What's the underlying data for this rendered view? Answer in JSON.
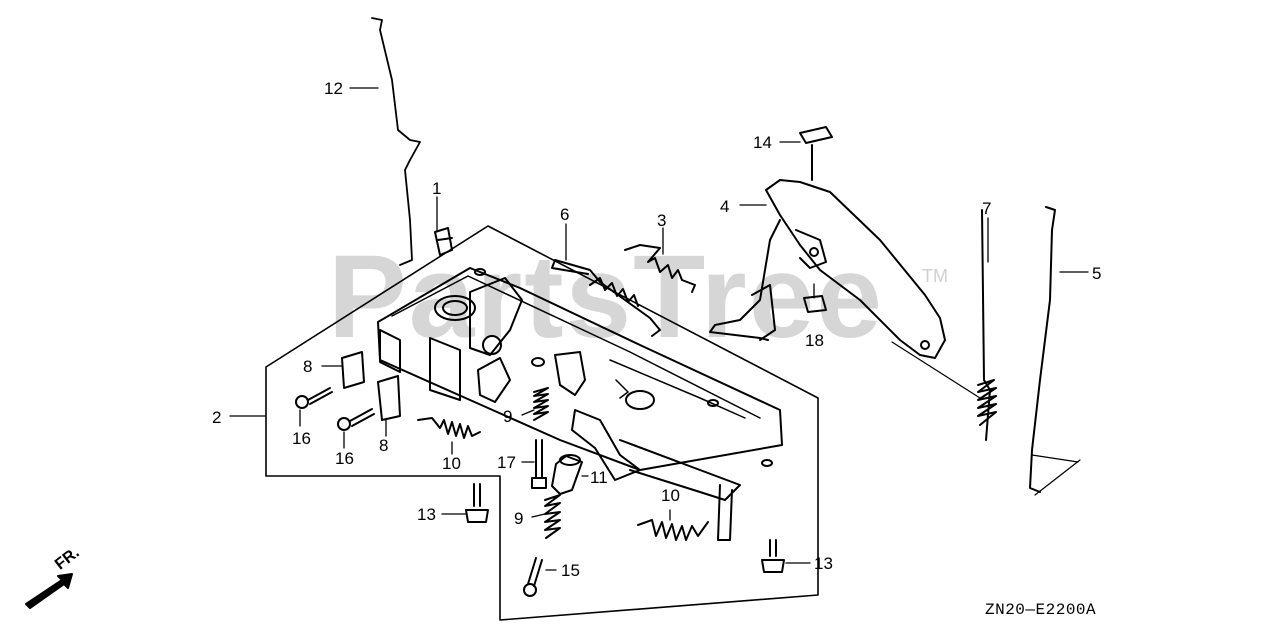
{
  "watermark": "PartsTree",
  "watermark_tm": "TM",
  "direction_label": "FR.",
  "diagram_code": "ZN20—E2200A",
  "callouts": {
    "c12": "12",
    "c1": "1",
    "c6": "6",
    "c3": "3",
    "c14": "14",
    "c4": "4",
    "c7": "7",
    "c5": "5",
    "c18": "18",
    "c2": "2",
    "c8a": "8",
    "c16a": "16",
    "c16b": "16",
    "c8b": "8",
    "c10a": "10",
    "c9a": "9",
    "c17": "17",
    "c11": "11",
    "c10b": "10",
    "c13a": "13",
    "c9b": "9",
    "c15": "15",
    "c13b": "13"
  }
}
